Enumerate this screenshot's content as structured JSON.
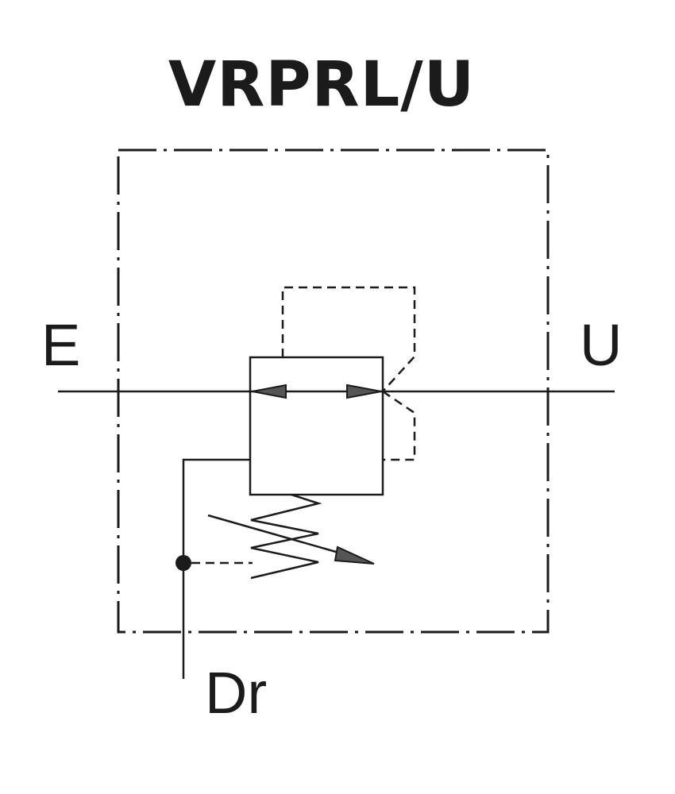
{
  "diagram": {
    "title": "VRPRL/U",
    "ports": {
      "e": "E",
      "u": "U",
      "dr": "Dr"
    },
    "line_color": "#1b1b1b"
  }
}
